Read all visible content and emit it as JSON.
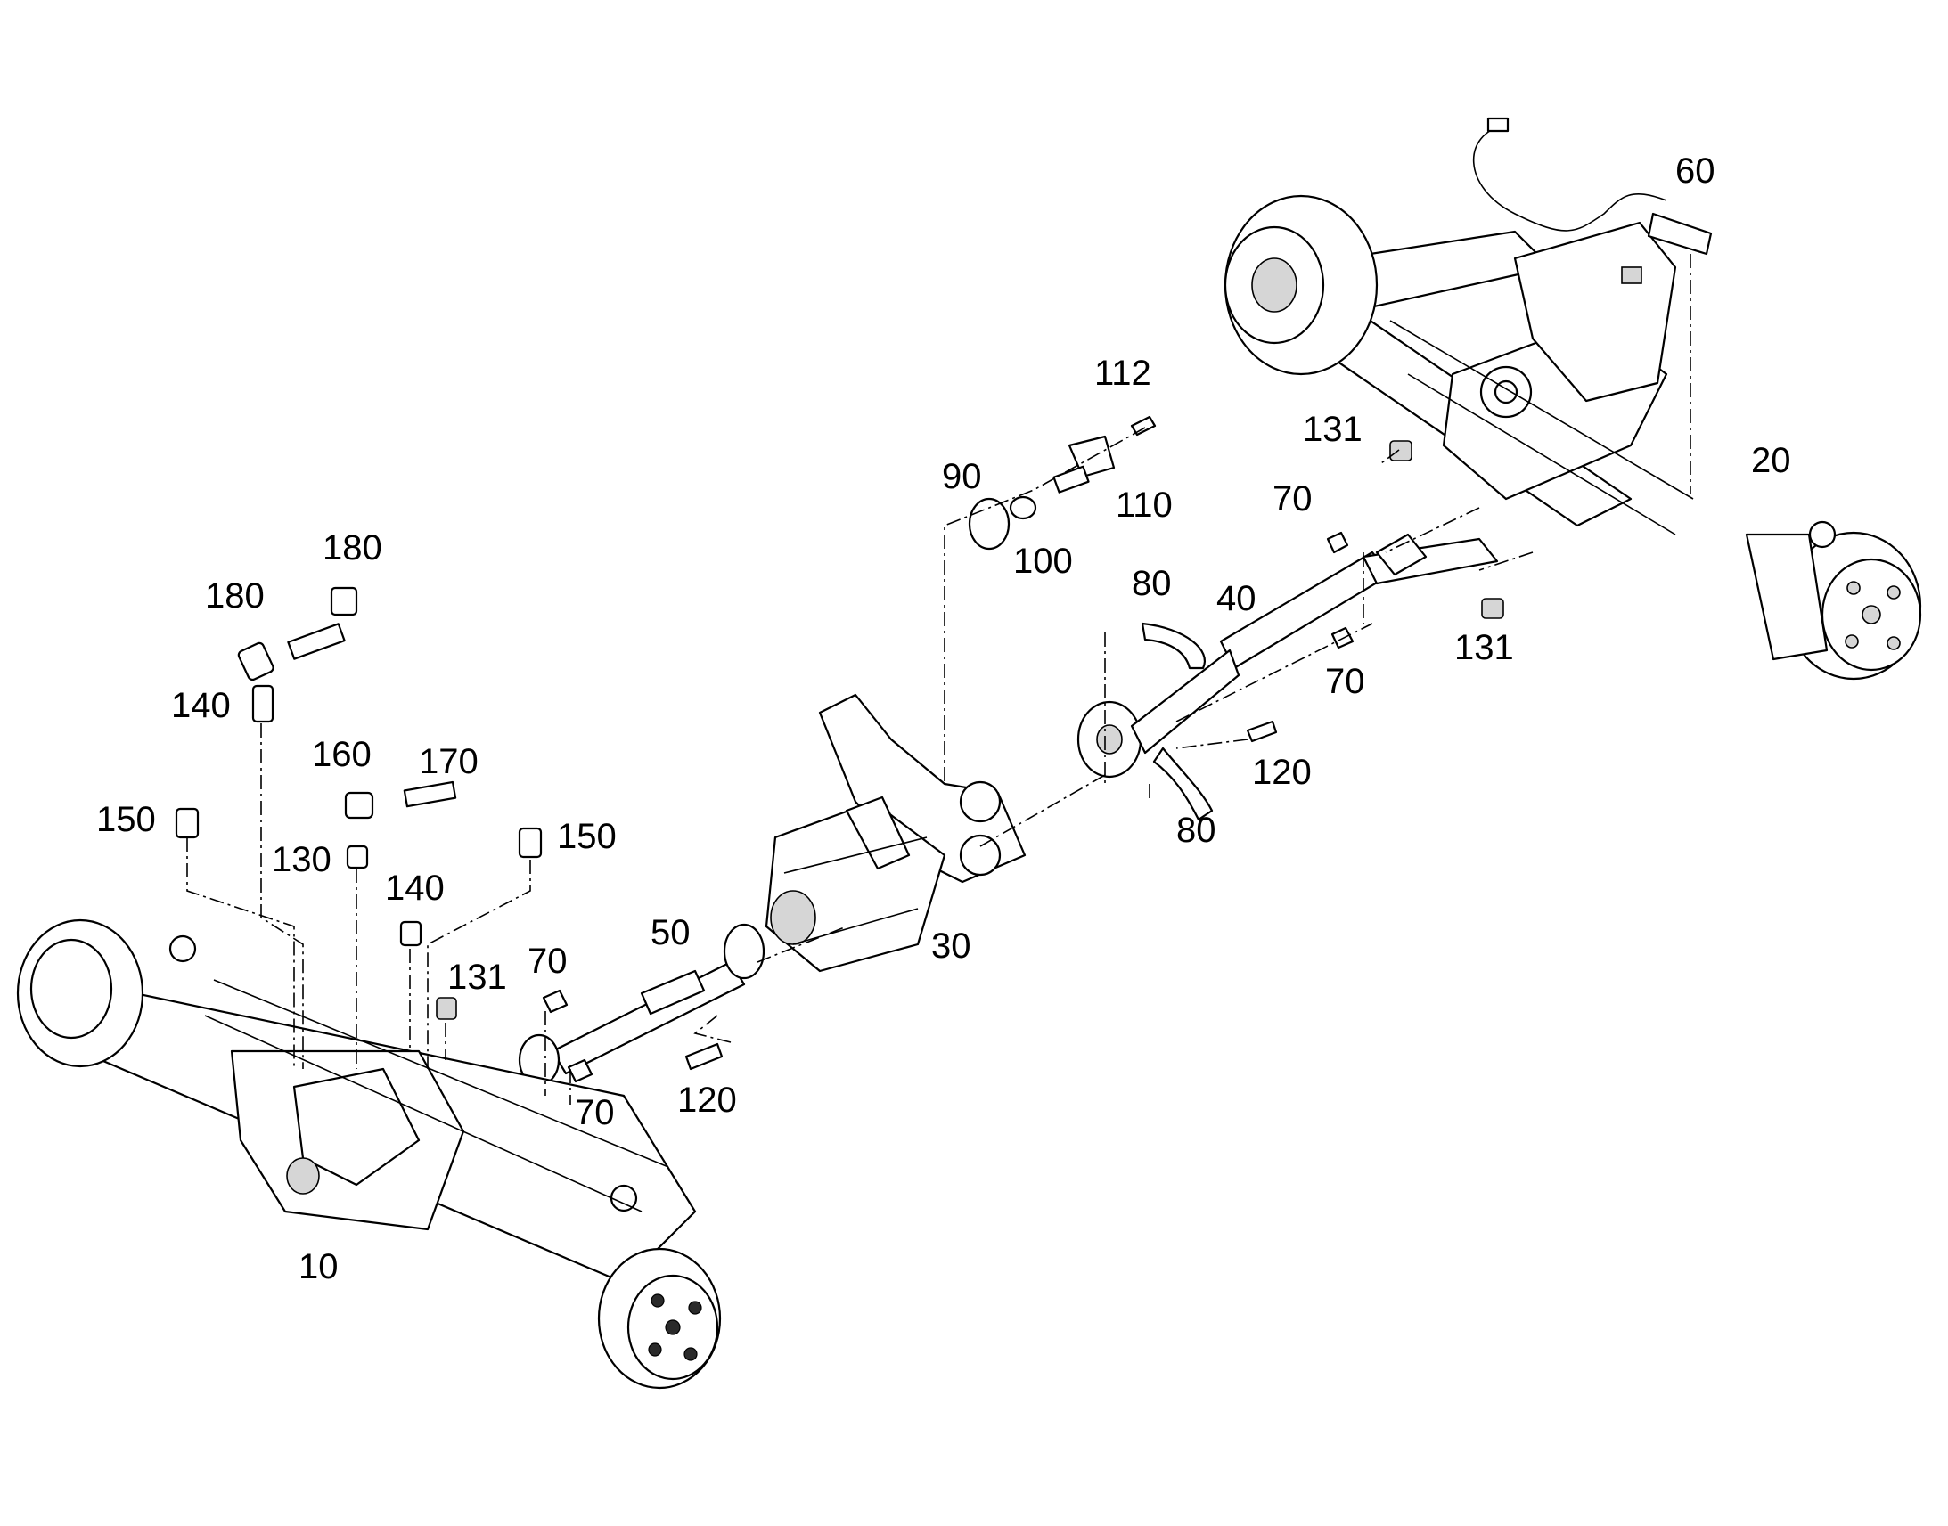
{
  "callouts": {
    "c60": "60",
    "c20": "20",
    "c112": "112",
    "c131_top": "131",
    "c90": "90",
    "c110": "110",
    "c100": "100",
    "c70_a": "70",
    "c80_top": "80",
    "c40": "40",
    "c131_right": "131",
    "c70_b": "70",
    "c120_right": "120",
    "c80_bottom": "80",
    "c180_a": "180",
    "c180_b": "180",
    "c140_a": "140",
    "c160": "160",
    "c170": "170",
    "c150_left": "150",
    "c150_right": "150",
    "c130": "130",
    "c140_b": "140",
    "c131_left": "131",
    "c50": "50",
    "c30": "30",
    "c70_c": "70",
    "c70_d": "70",
    "c120_left": "120",
    "c10": "10"
  },
  "colors": {
    "line": "#000000",
    "background": "#ffffff",
    "shade": "#d6d6d6"
  }
}
